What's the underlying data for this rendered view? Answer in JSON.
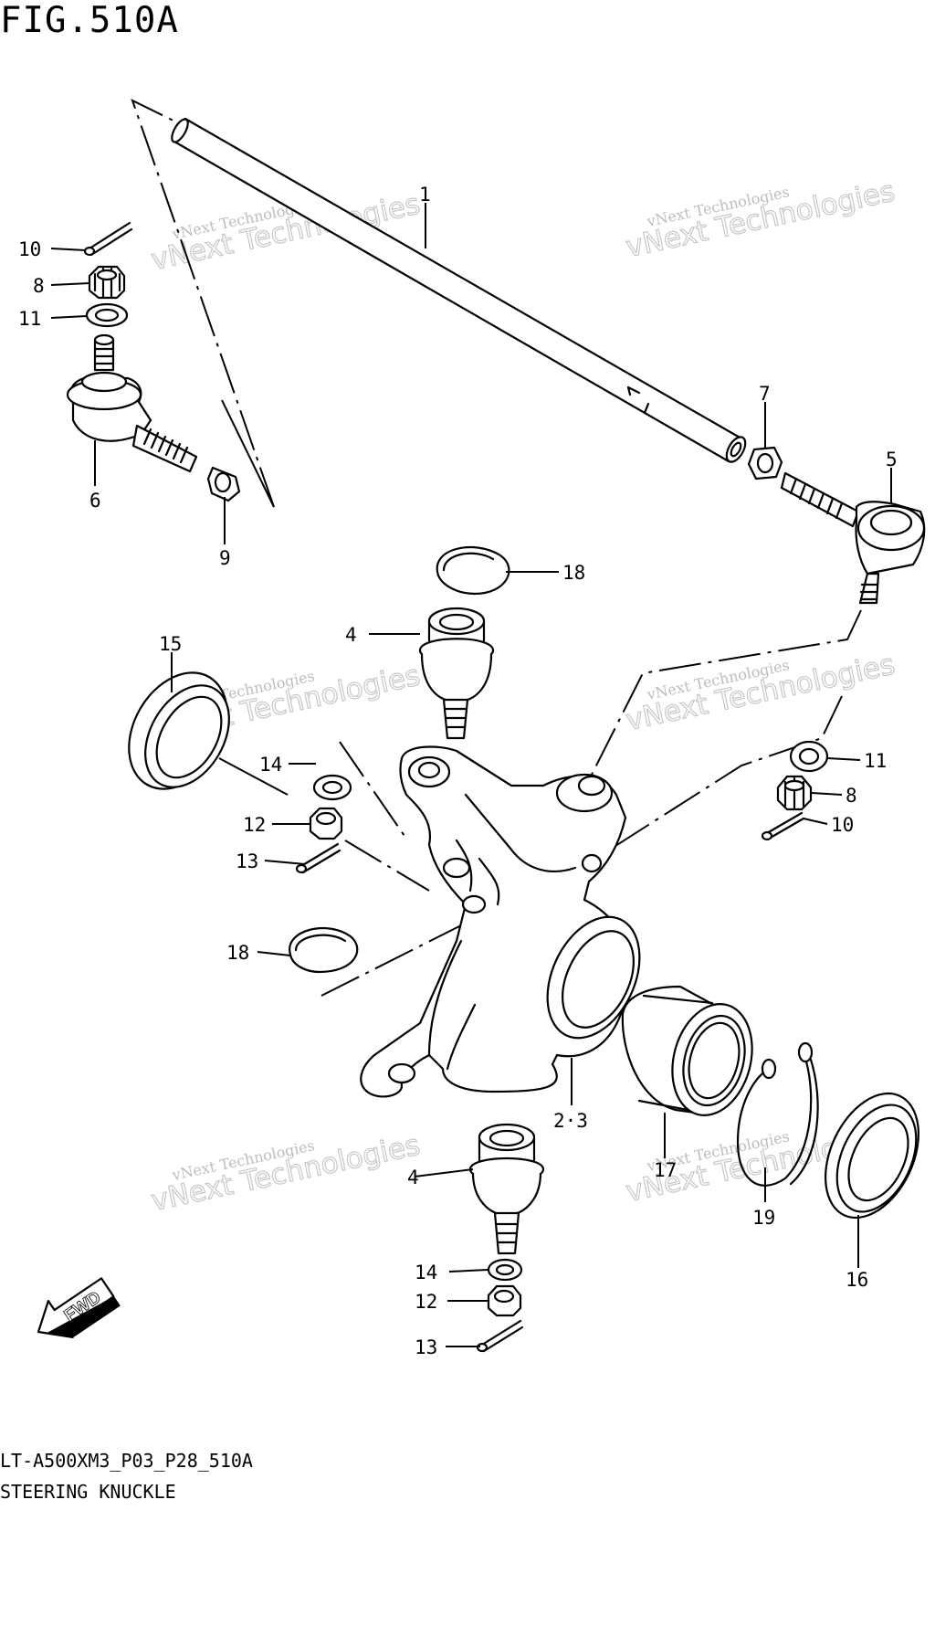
{
  "figure": {
    "title": "FIG.510A"
  },
  "caption": {
    "model_code": "LT-A500XM3_P03_P28_510A",
    "section_name": "STEERING KNUCKLE"
  },
  "watermark": {
    "line1": "vNext Technologies",
    "line2": "vNext Technologies"
  },
  "fwd_label": "FWD",
  "callouts": [
    {
      "id": "c1",
      "label": "1"
    },
    {
      "id": "c10a",
      "label": "10"
    },
    {
      "id": "c8a",
      "label": "8"
    },
    {
      "id": "c11a",
      "label": "11"
    },
    {
      "id": "c6",
      "label": "6"
    },
    {
      "id": "c9",
      "label": "9"
    },
    {
      "id": "c7",
      "label": "7"
    },
    {
      "id": "c5",
      "label": "5"
    },
    {
      "id": "c18a",
      "label": "18"
    },
    {
      "id": "c4a",
      "label": "4"
    },
    {
      "id": "c15",
      "label": "15"
    },
    {
      "id": "c14a",
      "label": "14"
    },
    {
      "id": "c12a",
      "label": "12"
    },
    {
      "id": "c13a",
      "label": "13"
    },
    {
      "id": "c11b",
      "label": "11"
    },
    {
      "id": "c8b",
      "label": "8"
    },
    {
      "id": "c10b",
      "label": "10"
    },
    {
      "id": "c18b",
      "label": "18"
    },
    {
      "id": "c23",
      "label": "2·3"
    },
    {
      "id": "c4b",
      "label": "4"
    },
    {
      "id": "c17",
      "label": "17"
    },
    {
      "id": "c19",
      "label": "19"
    },
    {
      "id": "c16",
      "label": "16"
    },
    {
      "id": "c14b",
      "label": "14"
    },
    {
      "id": "c12b",
      "label": "12"
    },
    {
      "id": "c13b",
      "label": "13"
    }
  ]
}
